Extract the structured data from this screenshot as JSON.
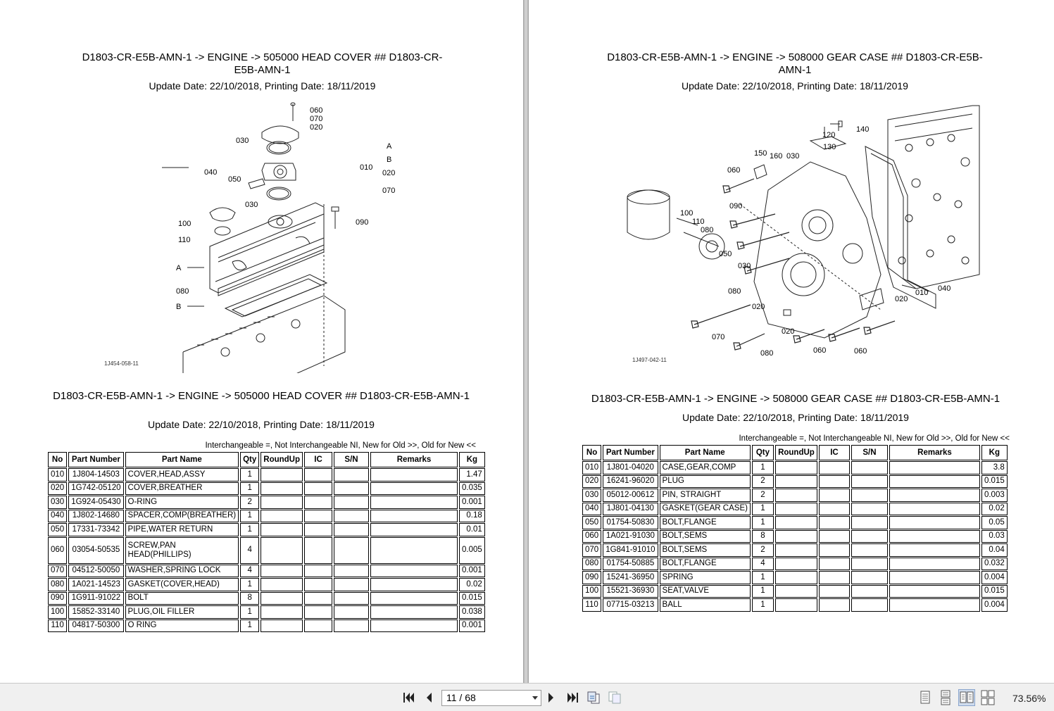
{
  "left_page": {
    "title": "D1803-CR-E5B-AMN-1 -> ENGINE -> 505000 HEAD COVER ## D1803-CR-E5B-AMN-1",
    "dates": "Update Date: 22/10/2018, Printing Date: 18/11/2019",
    "figure_id": "1J454-058-11",
    "figure_labels": [
      "060",
      "070",
      "020",
      "030",
      "040",
      "050",
      "030",
      "010",
      "A",
      "B",
      "020",
      "070",
      "100",
      "110",
      "090",
      "A",
      "080",
      "B"
    ],
    "table_title": "D1803-CR-E5B-AMN-1 -> ENGINE -> 505000 HEAD COVER ## D1803-CR-E5B-AMN-1",
    "table_dates": "Update Date: 22/10/2018, Printing Date: 18/11/2019",
    "legend": "Interchangeable =, Not Interchangeable NI, New for Old >>, Old for New <<",
    "headers": [
      "No",
      "Part Number",
      "Part Name",
      "Qty",
      "RoundUp",
      "IC",
      "S/N",
      "Remarks",
      "Kg"
    ],
    "rows": [
      [
        "010",
        "1J804-14503",
        "COVER,HEAD,ASSY",
        "1",
        "",
        "",
        "",
        "",
        "1.47"
      ],
      [
        "020",
        "1G742-05120",
        "COVER,BREATHER",
        "1",
        "",
        "",
        "",
        "",
        "0.035"
      ],
      [
        "030",
        "1G924-05430",
        "O-RING",
        "2",
        "",
        "",
        "",
        "",
        "0.001"
      ],
      [
        "040",
        "1J802-14680",
        "SPACER,COMP(BREATHER)",
        "1",
        "",
        "",
        "",
        "",
        "0.18"
      ],
      [
        "050",
        "17331-73342",
        "PIPE,WATER RETURN",
        "1",
        "",
        "",
        "",
        "",
        "0.01"
      ],
      [
        "060",
        "03054-50535",
        "SCREW,PAN HEAD(PHILLIPS)",
        "4",
        "",
        "",
        "",
        "",
        "0.005"
      ],
      [
        "070",
        "04512-50050",
        "WASHER,SPRING LOCK",
        "4",
        "",
        "",
        "",
        "",
        "0.001"
      ],
      [
        "080",
        "1A021-14523",
        "GASKET(COVER,HEAD)",
        "1",
        "",
        "",
        "",
        "",
        "0.02"
      ],
      [
        "090",
        "1G911-91022",
        "BOLT",
        "8",
        "",
        "",
        "",
        "",
        "0.015"
      ],
      [
        "100",
        "15852-33140",
        "PLUG,OIL FILLER",
        "1",
        "",
        "",
        "",
        "",
        "0.038"
      ],
      [
        "110",
        "04817-50300",
        "O RING",
        "1",
        "",
        "",
        "",
        "",
        "0.001"
      ]
    ]
  },
  "right_page": {
    "title": "D1803-CR-E5B-AMN-1 -> ENGINE -> 508000 GEAR CASE ## D1803-CR-E5B-AMN-1",
    "dates": "Update Date: 22/10/2018, Printing Date: 18/11/2019",
    "figure_id": "1J497-042-11",
    "figure_labels": [
      "120",
      "140",
      "130",
      "150",
      "160",
      "030",
      "060",
      "090",
      "100",
      "110",
      "080",
      "050",
      "030",
      "080",
      "020",
      "010",
      "040",
      "020",
      "070",
      "020",
      "080",
      "060",
      "060"
    ],
    "table_title": "D1803-CR-E5B-AMN-1 -> ENGINE -> 508000 GEAR CASE ## D1803-CR-E5B-AMN-1",
    "table_dates": "Update Date: 22/10/2018, Printing Date: 18/11/2019",
    "legend": "Interchangeable =, Not Interchangeable NI, New for Old >>, Old for New <<",
    "headers": [
      "No",
      "Part Number",
      "Part Name",
      "Qty",
      "RoundUp",
      "IC",
      "S/N",
      "Remarks",
      "Kg"
    ],
    "rows": [
      [
        "010",
        "1J801-04020",
        "CASE,GEAR,COMP",
        "1",
        "",
        "",
        "",
        "",
        "3.8"
      ],
      [
        "020",
        "16241-96020",
        "PLUG",
        "2",
        "",
        "",
        "",
        "",
        "0.015"
      ],
      [
        "030",
        "05012-00612",
        "PIN, STRAIGHT",
        "2",
        "",
        "",
        "",
        "",
        "0.003"
      ],
      [
        "040",
        "1J801-04130",
        "GASKET(GEAR CASE)",
        "1",
        "",
        "",
        "",
        "",
        "0.02"
      ],
      [
        "050",
        "01754-50830",
        "BOLT,FLANGE",
        "1",
        "",
        "",
        "",
        "",
        "0.05"
      ],
      [
        "060",
        "1A021-91030",
        "BOLT,SEMS",
        "8",
        "",
        "",
        "",
        "",
        "0.03"
      ],
      [
        "070",
        "1G841-91010",
        "BOLT,SEMS",
        "2",
        "",
        "",
        "",
        "",
        "0.04"
      ],
      [
        "080",
        "01754-50885",
        "BOLT,FLANGE",
        "4",
        "",
        "",
        "",
        "",
        "0.032"
      ],
      [
        "090",
        "15241-36950",
        "SPRING",
        "1",
        "",
        "",
        "",
        "",
        "0.004"
      ],
      [
        "100",
        "15521-36930",
        "SEAT,VALVE",
        "1",
        "",
        "",
        "",
        "",
        "0.015"
      ],
      [
        "110",
        "07715-03213",
        "BALL",
        "1",
        "",
        "",
        "",
        "",
        "0.004"
      ]
    ]
  },
  "toolbar": {
    "page_value": "11 / 68",
    "zoom": "73.56%",
    "icons": [
      "first-page-icon",
      "prev-page-icon",
      "next-page-icon",
      "last-page-icon",
      "previous-view-icon",
      "next-view-icon",
      "single-page-icon",
      "continuous-icon",
      "facing-icon",
      "continuous-facing-icon"
    ]
  }
}
